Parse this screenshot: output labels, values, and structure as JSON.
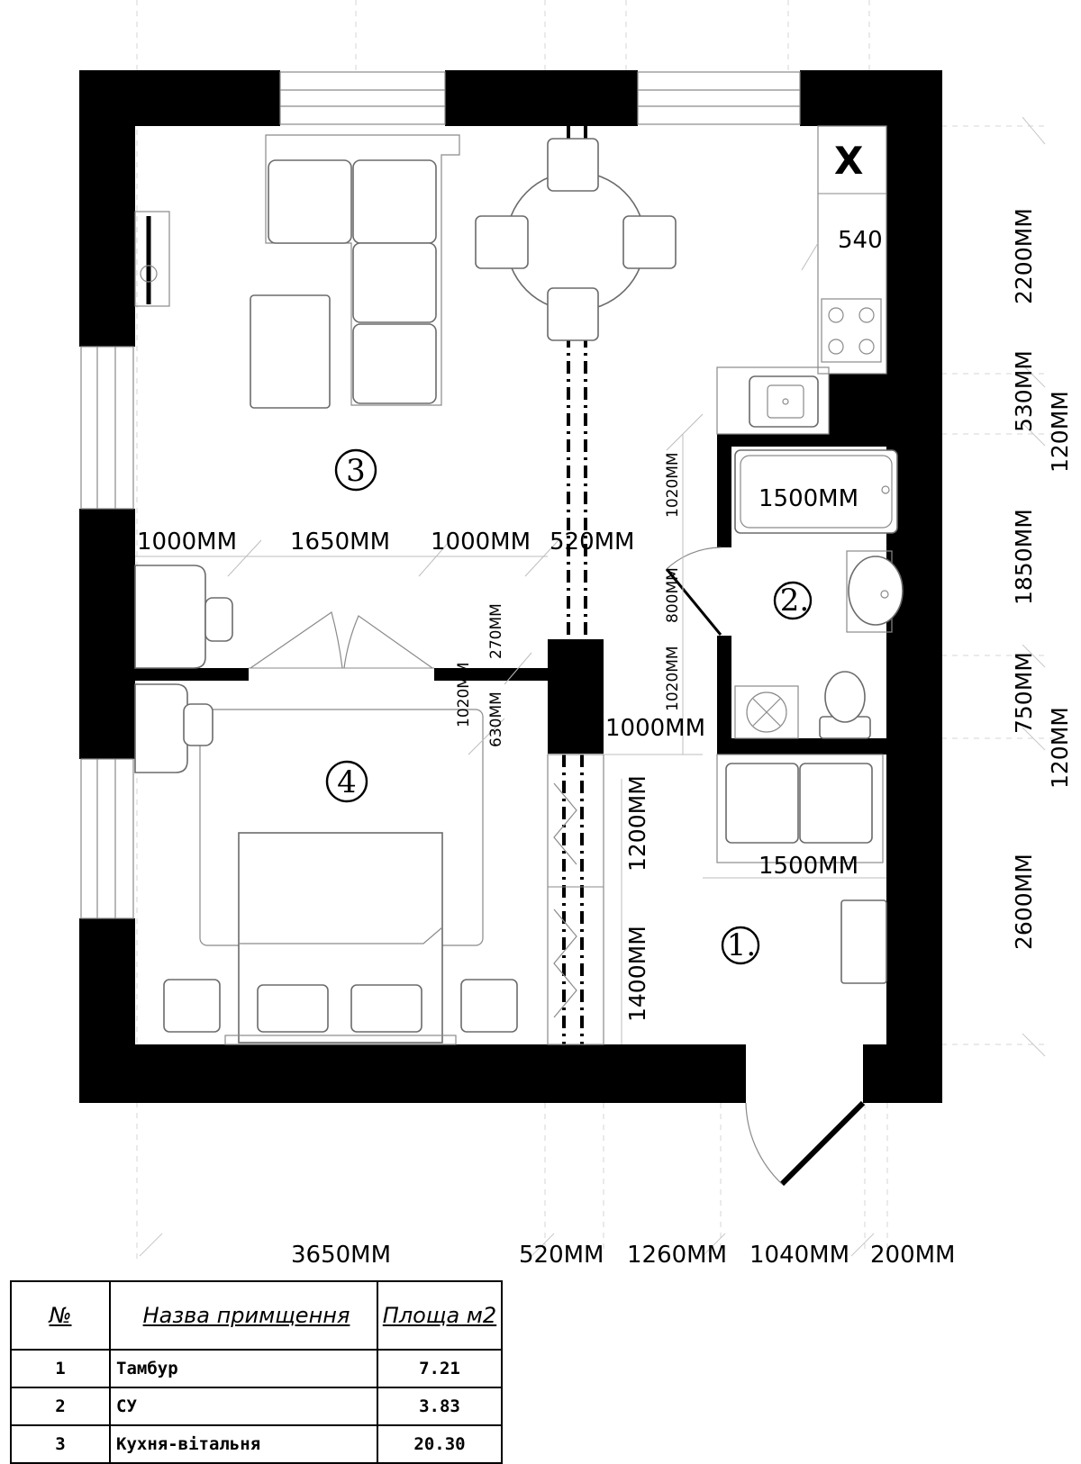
{
  "kitchen_mark": "X",
  "kitchen_depth": "540",
  "dimensions": {
    "top_row": [
      "1000MM",
      "1650MM",
      "1000MM",
      "520MM"
    ],
    "bath_width": "1500MM",
    "bath_door_a": "1020MM",
    "bath_door_b": "800MM",
    "bath_door_c": "1020MM",
    "small_270": "270MM",
    "small_1020": "1020MM",
    "small_630": "630MM",
    "corridor": "1000MM",
    "wardrobe_a": "1200MM",
    "wardrobe_b": "1400MM",
    "sofa_width": "1500MM",
    "right": [
      "2200MM",
      "530MM",
      "120MM",
      "1850MM",
      "750MM",
      "120MM",
      "2600MM"
    ],
    "bottom": [
      "3650MM",
      "520MM",
      "1260MM",
      "1040MM",
      "200MM"
    ]
  },
  "rooms": [
    {
      "number": "1."
    },
    {
      "number": "2."
    },
    {
      "number": "3"
    },
    {
      "number": "4"
    }
  ],
  "legend": {
    "headers": [
      "№",
      "Назва примщення",
      "Площа м2"
    ],
    "rows": [
      {
        "num": "1",
        "name": "Тамбур",
        "area": "7.21"
      },
      {
        "num": "2",
        "name": "СУ",
        "area": "3.83"
      },
      {
        "num": "3",
        "name": "Кухня-вітальня",
        "area": "20.30"
      }
    ]
  }
}
